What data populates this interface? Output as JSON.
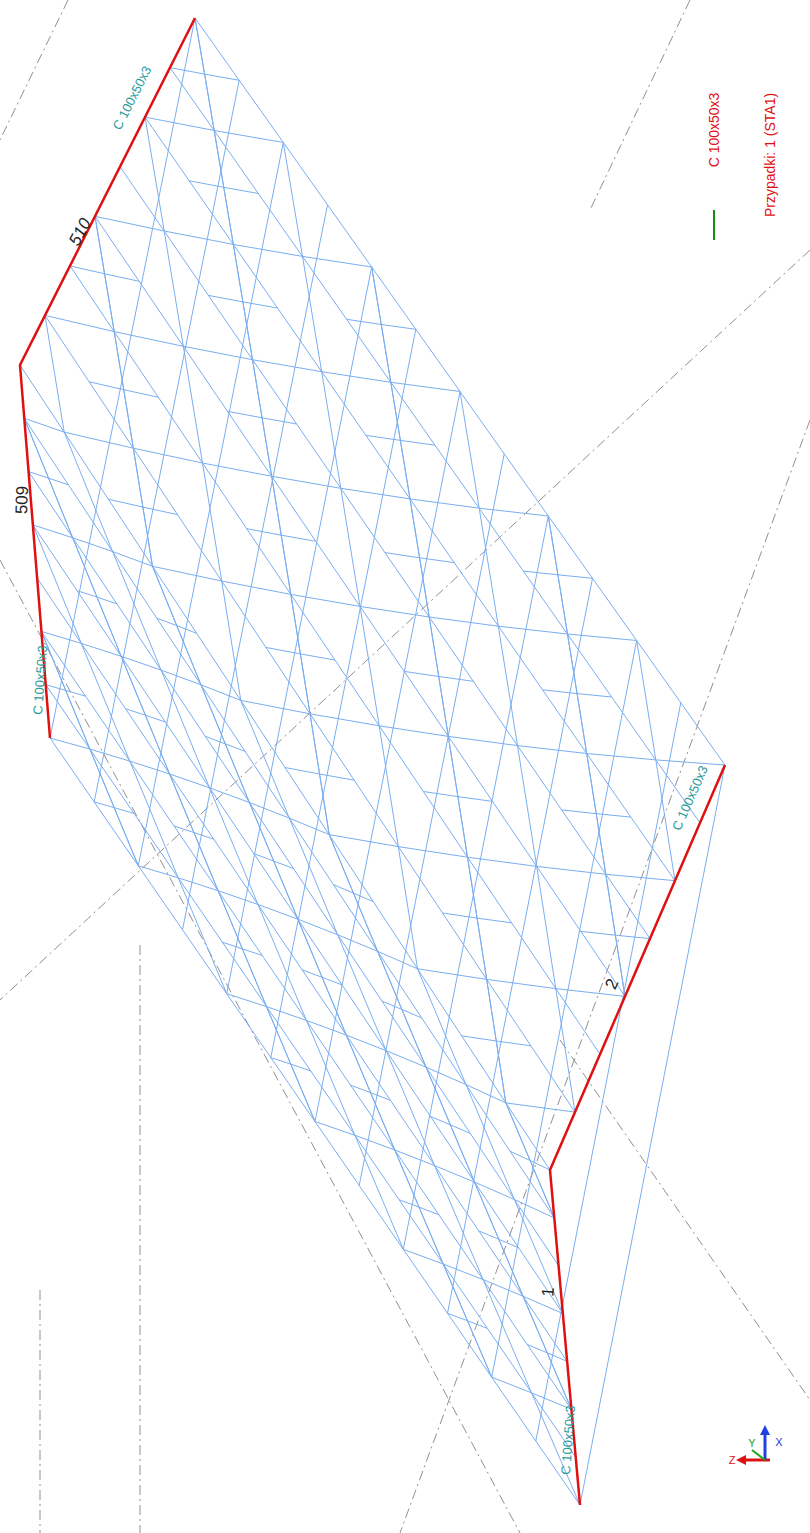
{
  "diagram": {
    "labels": [
      "C 100x50x3",
      "510",
      "509",
      "C 100x50x3",
      "C 100x50x3",
      "2",
      "1",
      "C 100x50x3",
      "Przypadki: 1 (STA1)",
      "Z",
      "Y",
      "X"
    ],
    "legend": [
      {
        "text": "C 100x50x3"
      }
    ]
  }
}
